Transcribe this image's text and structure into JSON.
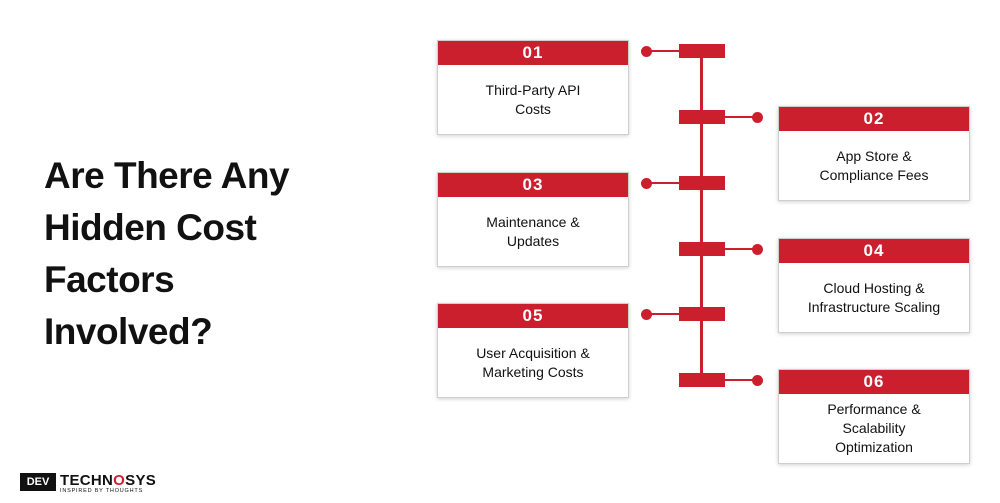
{
  "heading": {
    "line1": "Are There Any",
    "line2": "Hidden Cost",
    "line3": "Factors",
    "line4": "Involved?"
  },
  "items": [
    {
      "num": "01",
      "label_lines": [
        "Third-Party API",
        "Costs"
      ]
    },
    {
      "num": "02",
      "label_lines": [
        "App Store &",
        "Compliance Fees"
      ]
    },
    {
      "num": "03",
      "label_lines": [
        "Maintenance &",
        "Updates"
      ]
    },
    {
      "num": "04",
      "label_lines": [
        "Cloud Hosting &",
        "Infrastructure Scaling"
      ]
    },
    {
      "num": "05",
      "label_lines": [
        "User Acquisition &",
        "Marketing Costs"
      ]
    },
    {
      "num": "06",
      "label_lines": [
        "Performance &",
        "Scalability",
        "Optimization"
      ]
    }
  ],
  "logo": {
    "dev": "DEV",
    "name_pre": "TECHN",
    "name_o": "O",
    "name_post": "SYS",
    "tagline": "INSPIRED BY THOUGHTS"
  },
  "colors": {
    "accent": "#cc1f2e",
    "text": "#111111"
  }
}
